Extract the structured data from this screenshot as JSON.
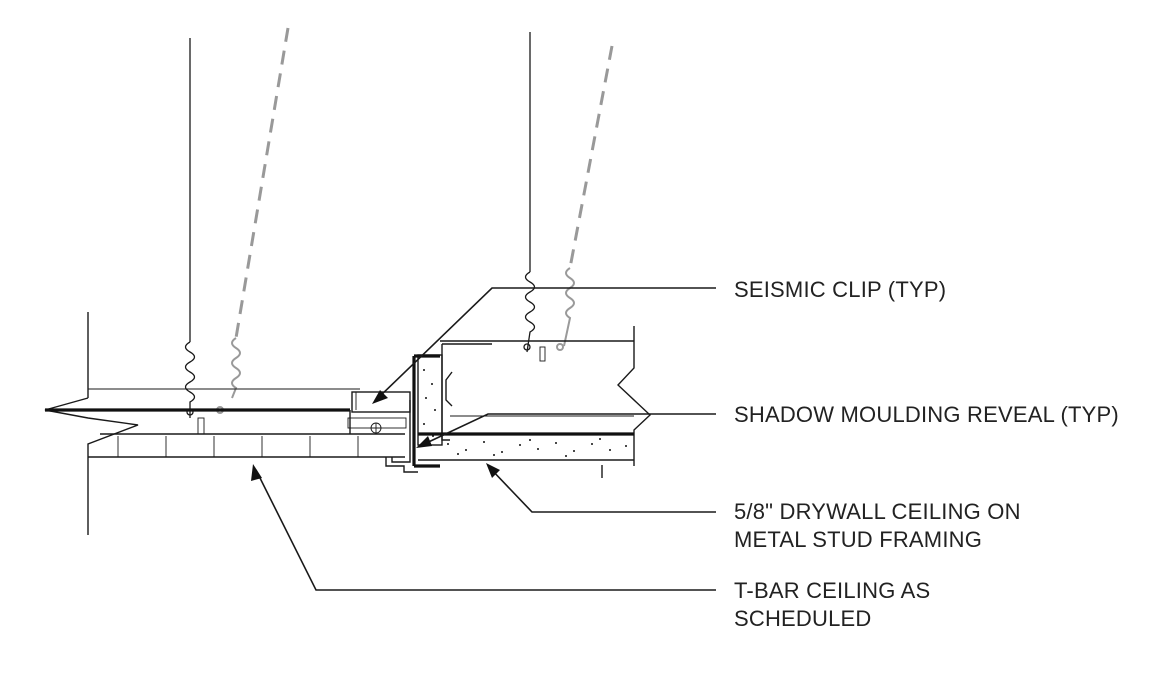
{
  "labels": {
    "seismic_clip": "SEISMIC CLIP (TYP)",
    "shadow_moulding": "SHADOW MOULDING REVEAL (TYP)",
    "drywall_line1": "5/8\" DRYWALL CEILING ON",
    "drywall_line2": "METAL STUD FRAMING",
    "tbar_line1": "T-BAR CEILING AS",
    "tbar_line2": "SCHEDULED"
  },
  "colors": {
    "line": "#1a1a1a",
    "bracing_wire": "#999999",
    "text": "#222222"
  }
}
